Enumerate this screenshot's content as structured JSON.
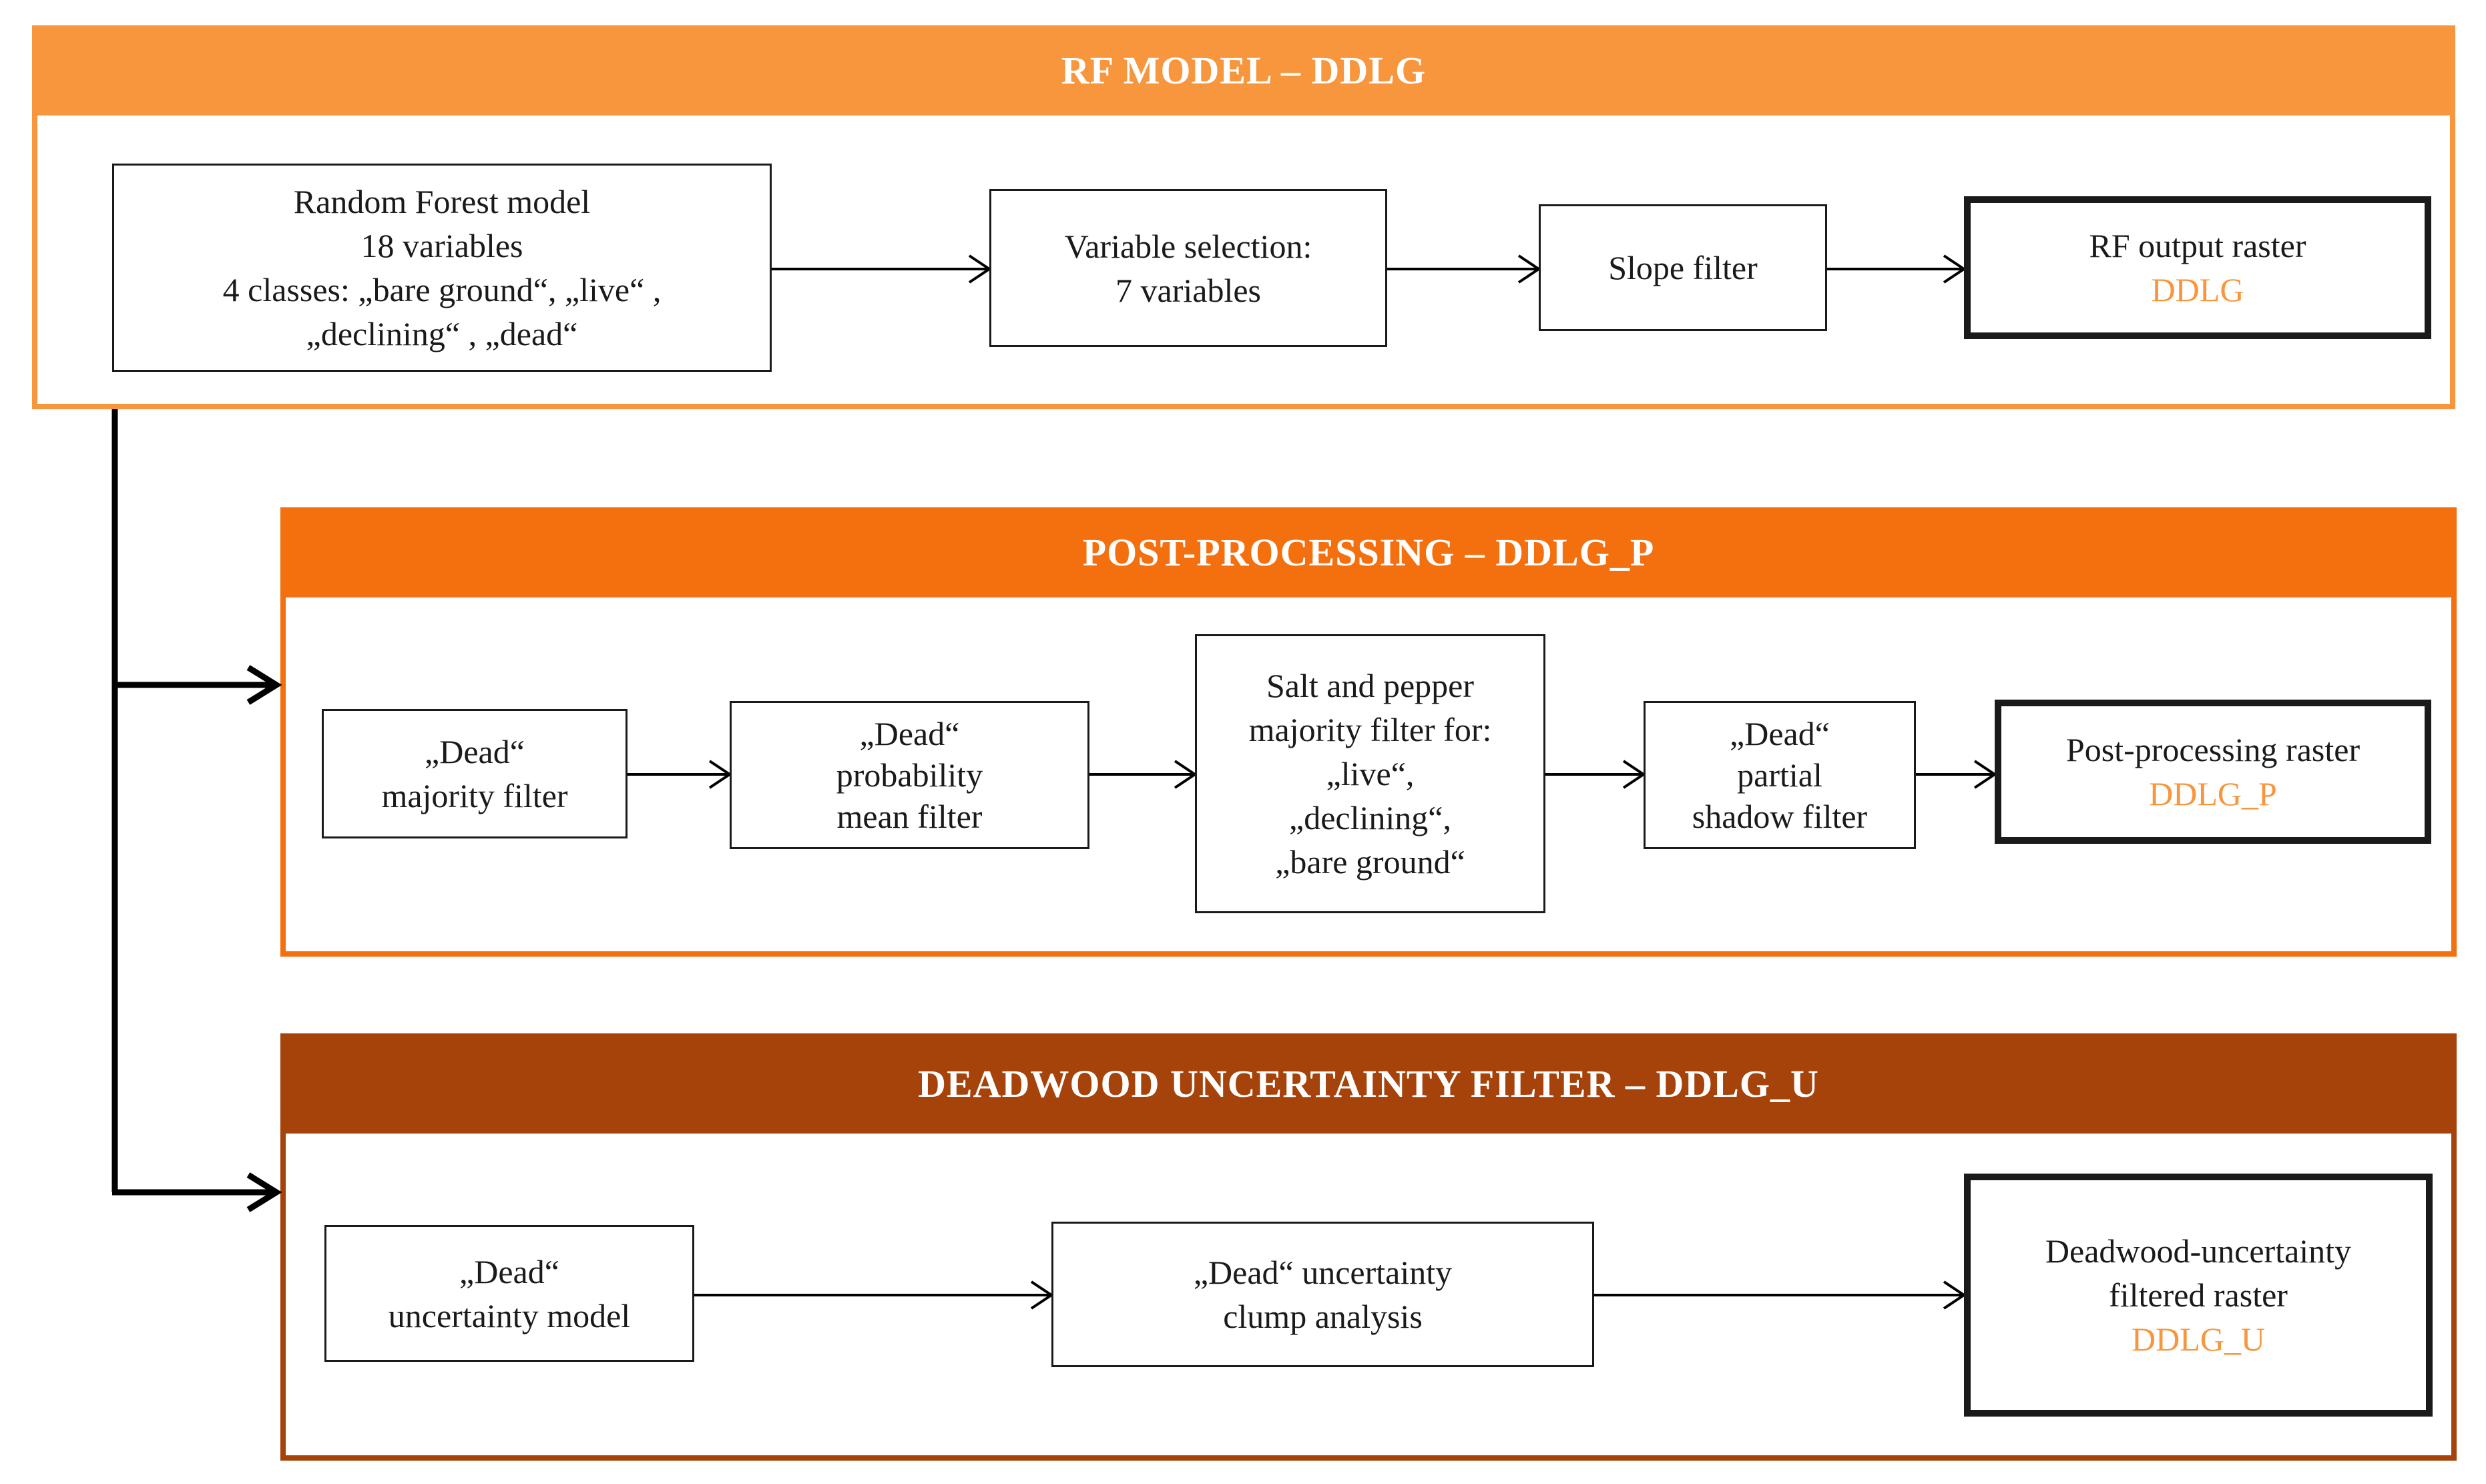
{
  "colors": {
    "rf_band": "#f7963c",
    "post_band": "#f4700e",
    "deadwood_band": "#a6430a",
    "output_label": "#f7963c",
    "line": "#000000"
  },
  "rf_model": {
    "title": "RF MODEL – DDLG",
    "random_forest": [
      "Random Forest model",
      "18 variables",
      "4 classes: „bare ground“, „live“ ,",
      "„declining“ , „dead“"
    ],
    "variable_selection": [
      "Variable selection:",
      "7 variables"
    ],
    "slope_filter": [
      "Slope filter"
    ],
    "output": {
      "label": "RF output raster",
      "name": "DDLG"
    }
  },
  "post_processing": {
    "title": "POST-PROCESSING – DDLG_P",
    "majority_filter": [
      "„Dead“",
      "majority filter"
    ],
    "mean_filter": [
      "„Dead“",
      "probability",
      "mean filter"
    ],
    "salt_pepper": [
      "Salt and pepper",
      "majority filter for:",
      "„live“,",
      "„declining“,",
      "„bare ground“"
    ],
    "shadow_filter": [
      "„Dead“",
      "partial",
      "shadow filter"
    ],
    "output": {
      "label": "Post-processing raster",
      "name": "DDLG_P"
    }
  },
  "deadwood": {
    "title": "DEADWOOD UNCERTAINTY FILTER – DDLG_U",
    "uncertainty_model": [
      "„Dead“",
      "uncertainty model"
    ],
    "clump_analysis": [
      "„Dead“ uncertainty",
      "clump analysis"
    ],
    "output": {
      "label": [
        "Deadwood-uncertainty",
        "filtered raster"
      ],
      "name": "DDLG_U"
    }
  }
}
